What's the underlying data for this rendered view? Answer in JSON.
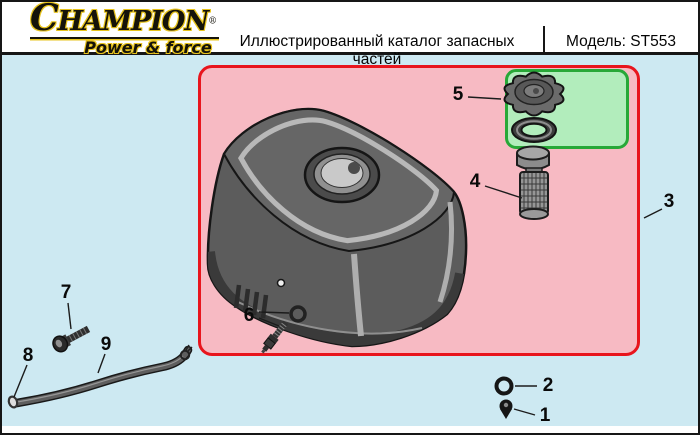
{
  "header": {
    "brand": "CHAMPION",
    "reg_mark": "®",
    "tagline": "Power & force",
    "title": "Иллюстрированный каталог запасных частей",
    "model": "Модель: ST553"
  },
  "callouts": [
    {
      "num": "1"
    },
    {
      "num": "2"
    },
    {
      "num": "3"
    },
    {
      "num": "4"
    },
    {
      "num": "5"
    },
    {
      "num": "6"
    },
    {
      "num": "7"
    },
    {
      "num": "8"
    },
    {
      "num": "9"
    }
  ],
  "colors": {
    "page-bg": "#cde9f2",
    "header-bg": "#ffffff",
    "panel-pink": "#f7bac3",
    "panel-pink-border": "#e8151d",
    "panel-green": "#b2edbc",
    "panel-green-border": "#28a838",
    "brand-yellow": "#e7c31c",
    "ink": "#111111"
  }
}
